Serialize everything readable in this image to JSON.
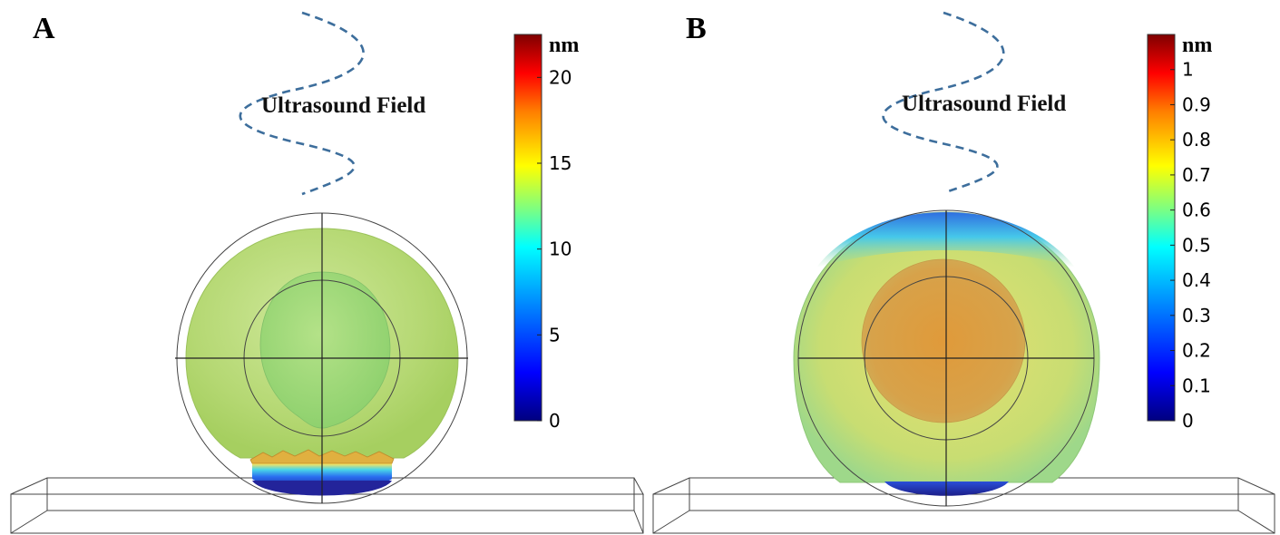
{
  "panels": [
    {
      "letter": "A",
      "field_label": "Ultrasound Field",
      "colorbar": {
        "unit": "nm",
        "ticks": [
          "0",
          "5",
          "10",
          "15",
          "20"
        ],
        "tick_values": [
          0,
          5,
          10,
          15,
          20
        ],
        "range": [
          0,
          22.5
        ]
      }
    },
    {
      "letter": "B",
      "field_label": "Ultrasound Field",
      "colorbar": {
        "unit": "nm",
        "ticks": [
          "0",
          "0.1",
          "0.2",
          "0.3",
          "0.4",
          "0.5",
          "0.6",
          "0.7",
          "0.8",
          "0.9",
          "1"
        ],
        "tick_values": [
          0,
          0.1,
          0.2,
          0.3,
          0.4,
          0.5,
          0.6,
          0.7,
          0.8,
          0.9,
          1.0
        ],
        "range": [
          0,
          1.1
        ]
      }
    }
  ],
  "colors": {
    "wave": "#3d6e9c",
    "jet": [
      "#00007f",
      "#0000ff",
      "#007fff",
      "#00ffff",
      "#7fff7f",
      "#ffff00",
      "#ff7f00",
      "#ff0000",
      "#7f0000"
    ]
  }
}
